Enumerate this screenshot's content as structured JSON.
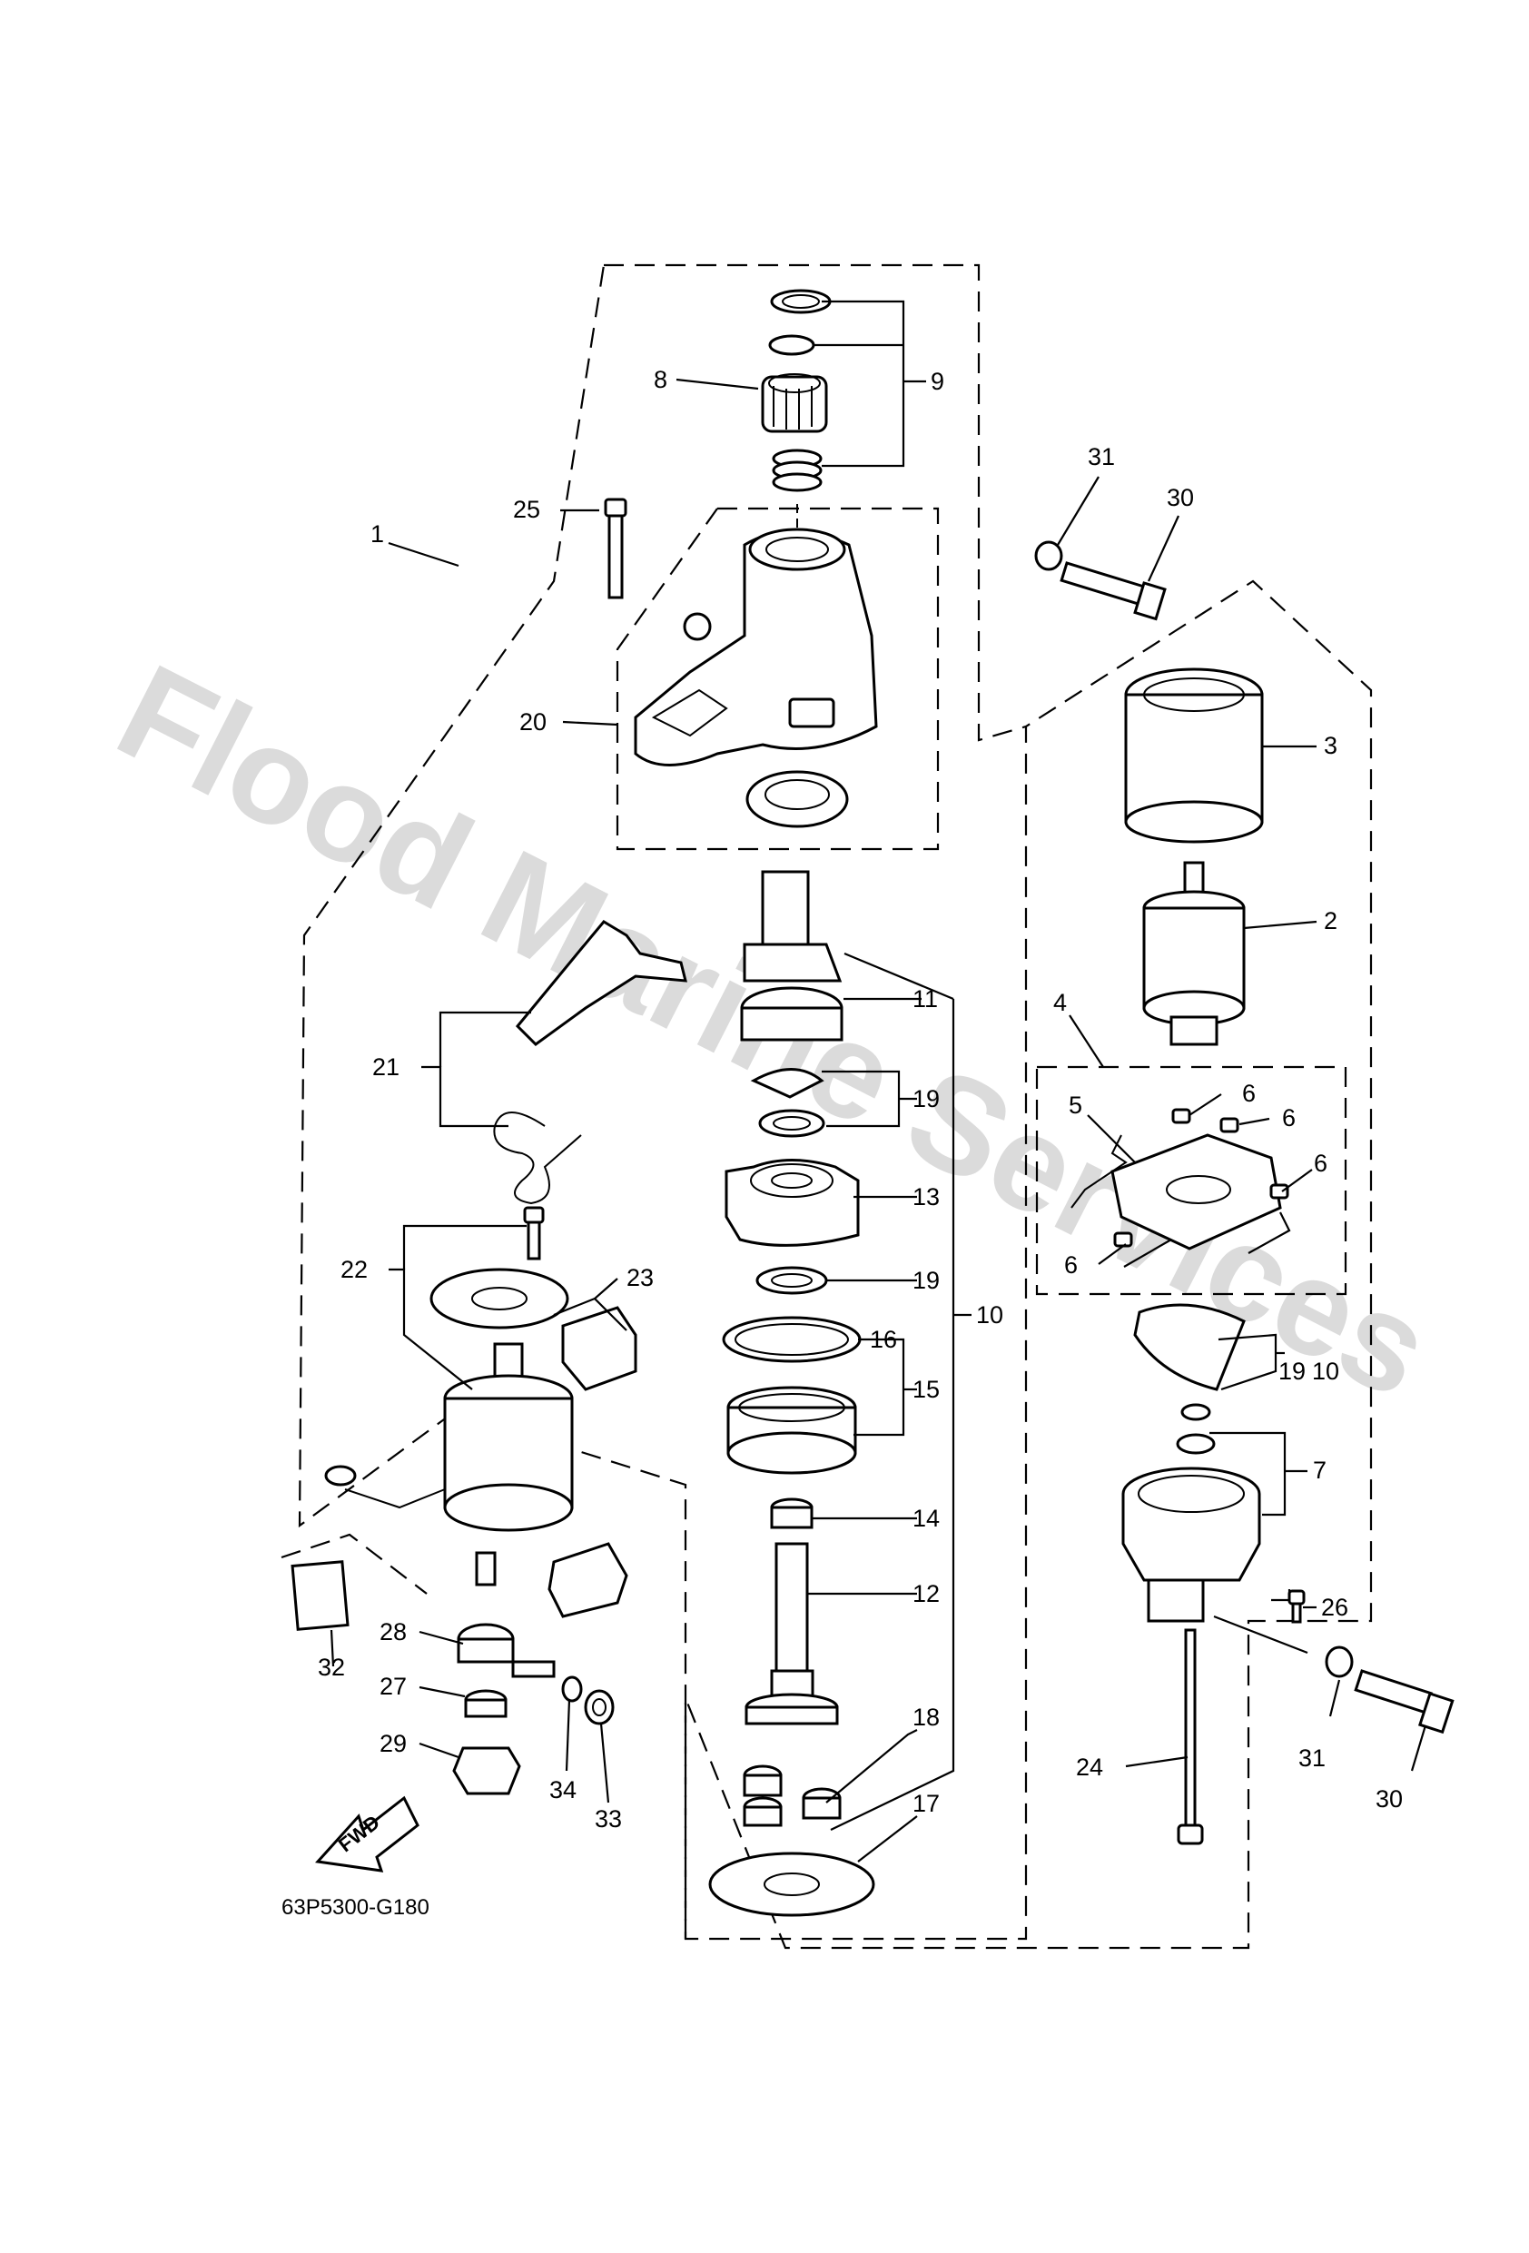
{
  "watermark": "Flood Marine Services",
  "diagram_code": "63P5300-G180",
  "fwd_label": "FWD",
  "callouts": {
    "c1": "1",
    "c2": "2",
    "c3": "3",
    "c4": "4",
    "c5": "5",
    "c6a": "6",
    "c6b": "6",
    "c6c": "6",
    "c6d": "6",
    "c7": "7",
    "c8": "8",
    "c9": "9",
    "c10": "10",
    "c10b": "10",
    "c11": "11",
    "c12": "12",
    "c13": "13",
    "c14": "14",
    "c15": "15",
    "c16": "16",
    "c17": "17",
    "c18": "18",
    "c19a": "19",
    "c19b": "19",
    "c19c": "19",
    "c20": "20",
    "c21": "21",
    "c22": "22",
    "c23": "23",
    "c24": "24",
    "c25": "25",
    "c26": "26",
    "c27": "27",
    "c28": "28",
    "c29": "29",
    "c30a": "30",
    "c30b": "30",
    "c31a": "31",
    "c31b": "31",
    "c32": "32",
    "c33": "33",
    "c34": "34"
  }
}
